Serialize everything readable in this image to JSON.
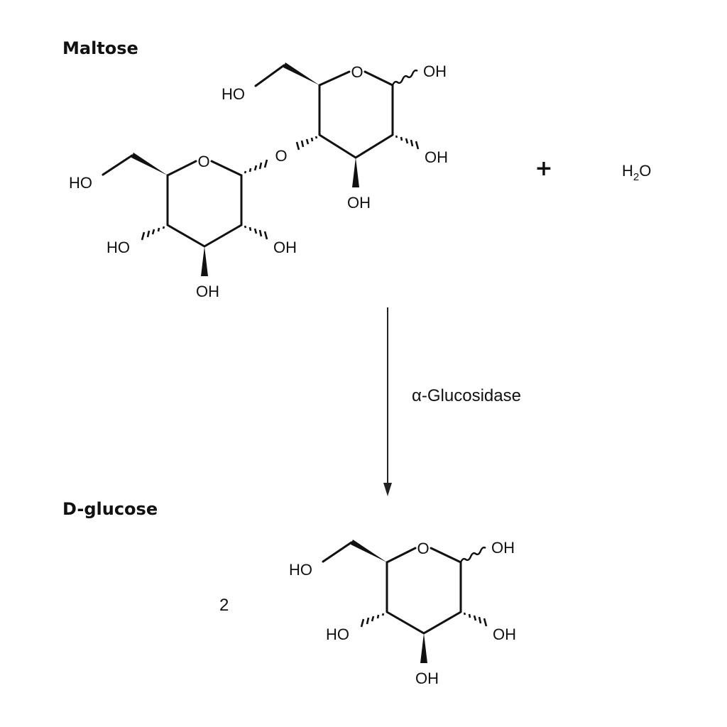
{
  "reactant": {
    "name": "Maltose",
    "atoms": {
      "ring_o": "O",
      "link_o": "O",
      "oh": "OH",
      "ho": "HO"
    }
  },
  "plus_sign": "+",
  "water": {
    "symbol": "H",
    "subscript": "2",
    "suffix": "O"
  },
  "enzyme": "α-Glucosidase",
  "product": {
    "name": "D-glucose",
    "coefficient": "2",
    "atoms": {
      "ring_o": "O",
      "oh": "OH",
      "ho": "HO"
    }
  }
}
